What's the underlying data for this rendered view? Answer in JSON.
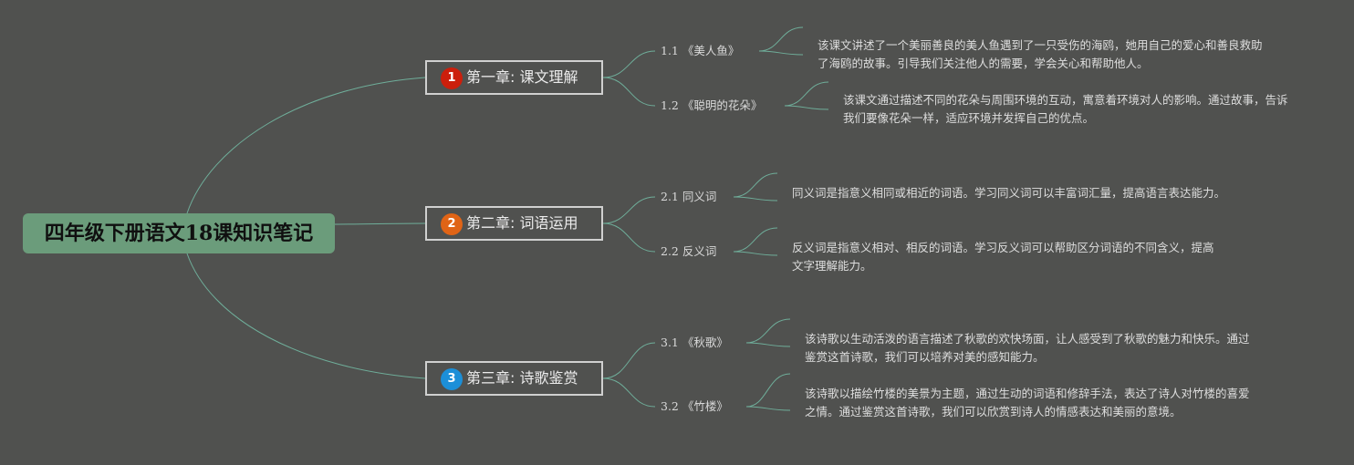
{
  "root": {
    "title": "四年级下册语文18课知识笔记"
  },
  "chapters": [
    {
      "number": "1",
      "title": "第一章: 课文理解",
      "badge_color": "#cc1f0c",
      "lessons": [
        {
          "label": "1.1 《美人鱼》",
          "description": "该课文讲述了一个美丽善良的美人鱼遇到了一只受伤的海鸥，她用自己的爱心和善良救助了海鸥的故事。引导我们关注他人的需要，学会关心和帮助他人。"
        },
        {
          "label": "1.2 《聪明的花朵》",
          "description": "该课文通过描述不同的花朵与周围环境的互动，寓意着环境对人的影响。通过故事，告诉我们要像花朵一样，适应环境并发挥自己的优点。"
        }
      ]
    },
    {
      "number": "2",
      "title": "第二章: 词语运用",
      "badge_color": "#e06416",
      "lessons": [
        {
          "label": "2.1 同义词",
          "description": "同义词是指意义相同或相近的词语。学习同义词可以丰富词汇量，提高语言表达能力。"
        },
        {
          "label": "2.2 反义词",
          "description": "反义词是指意义相对、相反的词语。学习反义词可以帮助区分词语的不同含义，提高文字理解能力。"
        }
      ]
    },
    {
      "number": "3",
      "title": "第三章: 诗歌鉴赏",
      "badge_color": "#1c8fd8",
      "lessons": [
        {
          "label": "3.1 《秋歌》",
          "description": "该诗歌以生动活泼的语言描述了秋歌的欢快场面，让人感受到了秋歌的魅力和快乐。通过鉴赏这首诗歌，我们可以培养对美的感知能力。"
        },
        {
          "label": "3.2 《竹楼》",
          "description": "该诗歌以描绘竹楼的美景为主题，通过生动的词语和修辞手法，表达了诗人对竹楼的喜爱之情。通过鉴赏这首诗歌，我们可以欣赏到诗人的情感表达和美丽的意境。"
        }
      ]
    }
  ],
  "colors": {
    "background": "#50514f",
    "connector": "#6fae9a",
    "root_fill": "#6b9c7b"
  }
}
